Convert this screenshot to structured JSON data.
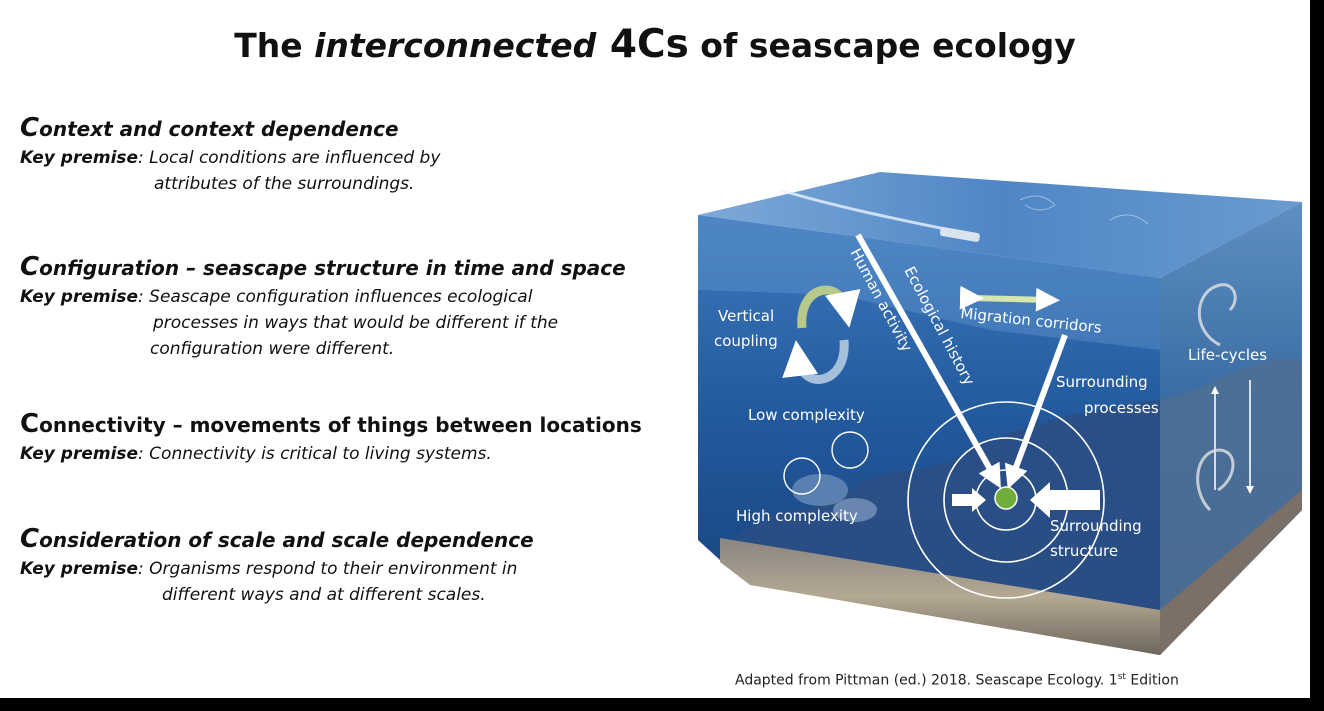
{
  "title": {
    "part1": "The ",
    "italic": "interconnected",
    "big": " 4Cs",
    "part2": " of seascape ecology"
  },
  "concepts": [
    {
      "initial": "C",
      "heading_rest": "ontext and context dependence",
      "premise_label": "Key premise",
      "premise_lines": [
        ": Local conditions are influenced by",
        "attributes of the surroundings."
      ]
    },
    {
      "initial": "C",
      "heading_rest": "onfiguration – seascape structure in time and space",
      "premise_label": "Key premise",
      "premise_lines": [
        ": Seascape configuration influences ecological",
        "processes in ways that would be different if the",
        "configuration were different."
      ]
    },
    {
      "initial": "C",
      "heading_rest": "onnectivity – movements of things between locations",
      "premise_label": "Key premise",
      "premise_lines": [
        ": Connectivity is critical to living systems."
      ]
    },
    {
      "initial": "C",
      "heading_rest": "onsideration of scale and scale dependence",
      "premise_label": "Key premise",
      "premise_lines": [
        ": Organisms respond to their environment in",
        "different ways and at different scales."
      ]
    }
  ],
  "diagram": {
    "vertical_coupling": [
      "Vertical",
      "coupling"
    ],
    "human_activity": "Human activity",
    "ecological_history": "Ecological history",
    "migration_corridors": "Migration corridors",
    "life_cycles": "Life-cycles",
    "surrounding_processes": [
      "Surrounding",
      "processes"
    ],
    "low_complexity": "Low complexity",
    "high_complexity": "High complexity",
    "surrounding_structure": [
      "Surrounding",
      "structure"
    ],
    "colors": {
      "water_top": "#5e8fc4",
      "water_mid": "#2a62a8",
      "water_deep": "#1a3f7a",
      "focal_dot": "#6fae3a"
    }
  },
  "credit": {
    "text": "Adapted from Pittman (ed.) 2018. Seascape Ecology. 1",
    "sup": "st",
    "tail": " Edition"
  }
}
